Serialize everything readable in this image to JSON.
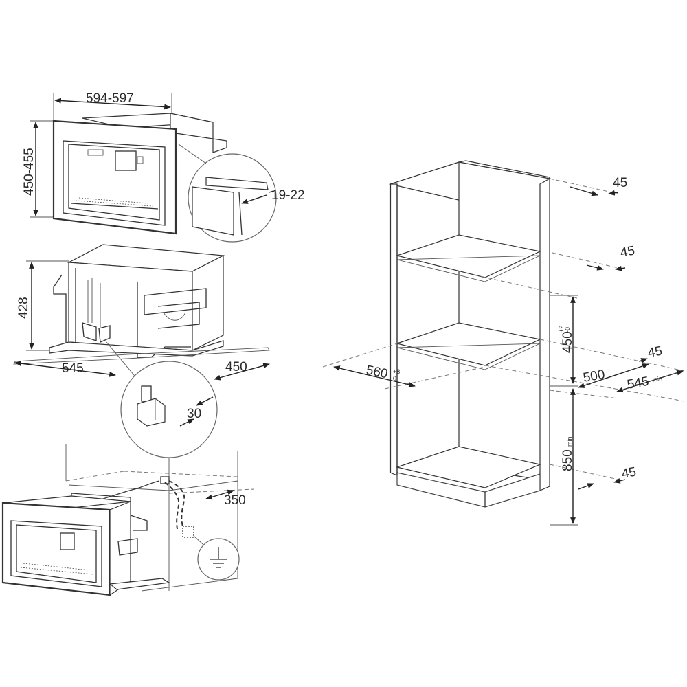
{
  "diagram": {
    "top_view": {
      "width_label": "594-597",
      "height_label": "450-455",
      "gap_label": "19-22"
    },
    "side_view": {
      "height_label": "428",
      "depth_label": "545",
      "width_label": "450",
      "detail_label": "30"
    },
    "install_view": {
      "distance_label": "350"
    },
    "cabinet": {
      "dims": [
        {
          "id": "d45a",
          "text": "45"
        },
        {
          "id": "d45b",
          "text": "45"
        },
        {
          "id": "d45c",
          "text": "45"
        },
        {
          "id": "d45d",
          "text": "45"
        },
        {
          "id": "d500",
          "text": "500"
        }
      ],
      "depth_560": {
        "main": "560",
        "tol_top": "+8",
        "tol_bot": "-0"
      },
      "depth_545": {
        "main": "545",
        "suffix": "min"
      },
      "height_450": {
        "main": "450",
        "tol_top": "+2",
        "tol_bot": "-0"
      },
      "height_850": {
        "main": "850",
        "suffix": "min"
      }
    }
  }
}
